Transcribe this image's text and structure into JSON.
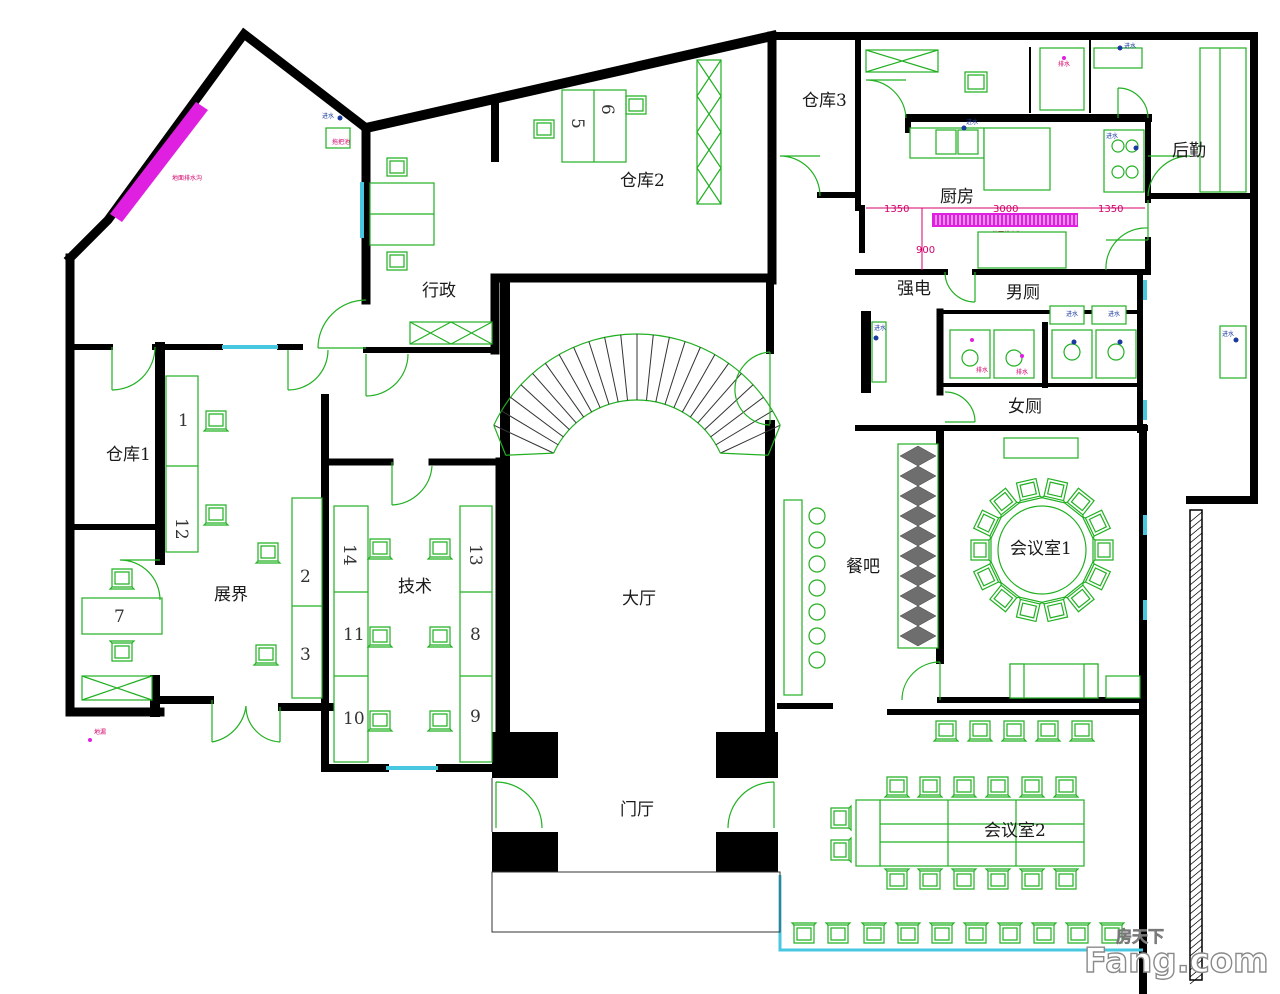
{
  "colors": {
    "wall": "#000000",
    "furniture": "#22b022",
    "drain": "#e020e0",
    "annotation": "#d4006a",
    "glazing": "#48c8e0",
    "watermark_red": "#d8262c"
  },
  "rooms": {
    "warehouse1": "仓库1",
    "warehouse2": "仓库2",
    "warehouse3": "仓库3",
    "admin": "行政",
    "exhibition": "展界",
    "tech": "技术",
    "hall": "大厅",
    "foyer": "门厅",
    "kitchen": "厨房",
    "logistics": "后勤",
    "electric": "强电",
    "mens_wc": "男厕",
    "womens_wc": "女厕",
    "dining_bar": "餐吧",
    "meeting1": "会议室1",
    "meeting2": "会议室2"
  },
  "desks": {
    "d1": "1",
    "d2": "2",
    "d3": "3",
    "d5": "5",
    "d6": "6",
    "d7": "7",
    "d8": "8",
    "d9": "9",
    "d10": "10",
    "d11": "11",
    "d12": "12",
    "d13": "13",
    "d14": "14"
  },
  "dimensions": {
    "left": "1350",
    "middle": "3000",
    "right": "1350",
    "vertical": "900"
  },
  "annotations": {
    "floor_drain_trench": "地面排水沟",
    "kitchen_drain_trench": "地面排水沟",
    "floor_drain": "地漏",
    "mop_sink": "拖把池",
    "water_in": "进水",
    "water_out": "排水"
  },
  "watermark": {
    "small": "房天下",
    "large": "Fang.com"
  }
}
